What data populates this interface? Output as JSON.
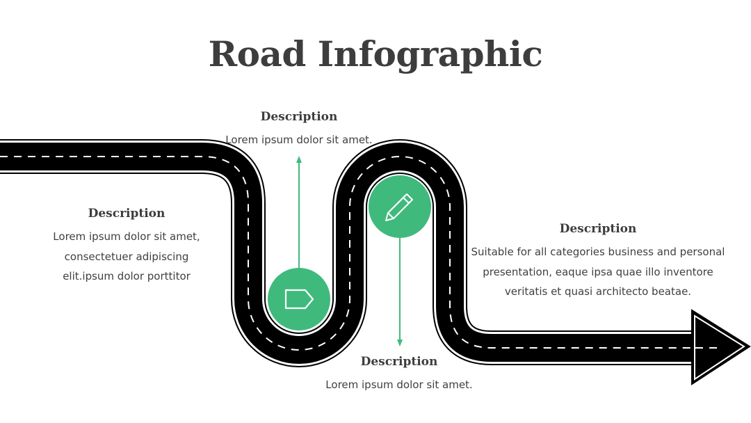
{
  "title": "Road Infographic",
  "colors": {
    "accent": "#3fba7c",
    "road": "#000000",
    "text": "#3d3d3d"
  },
  "steps": [
    {
      "heading": "Description",
      "lines": [
        "Lorem ipsum dolor sit amet,",
        "consectetuer adipiscing",
        "elit.ipsum dolor porttitor"
      ]
    },
    {
      "heading": "Description",
      "lines": [
        "Lorem ipsum dolor sit amet."
      ],
      "icon": "tag-icon"
    },
    {
      "heading": "Description",
      "lines": [
        "Lorem ipsum dolor sit amet."
      ],
      "icon": "pencil-icon"
    },
    {
      "heading": "Description",
      "lines": [
        "Suitable for all categories business and personal",
        "presentation, eaque ipsa quae illo inventore",
        "veritatis et quasi architecto beatae."
      ]
    }
  ]
}
